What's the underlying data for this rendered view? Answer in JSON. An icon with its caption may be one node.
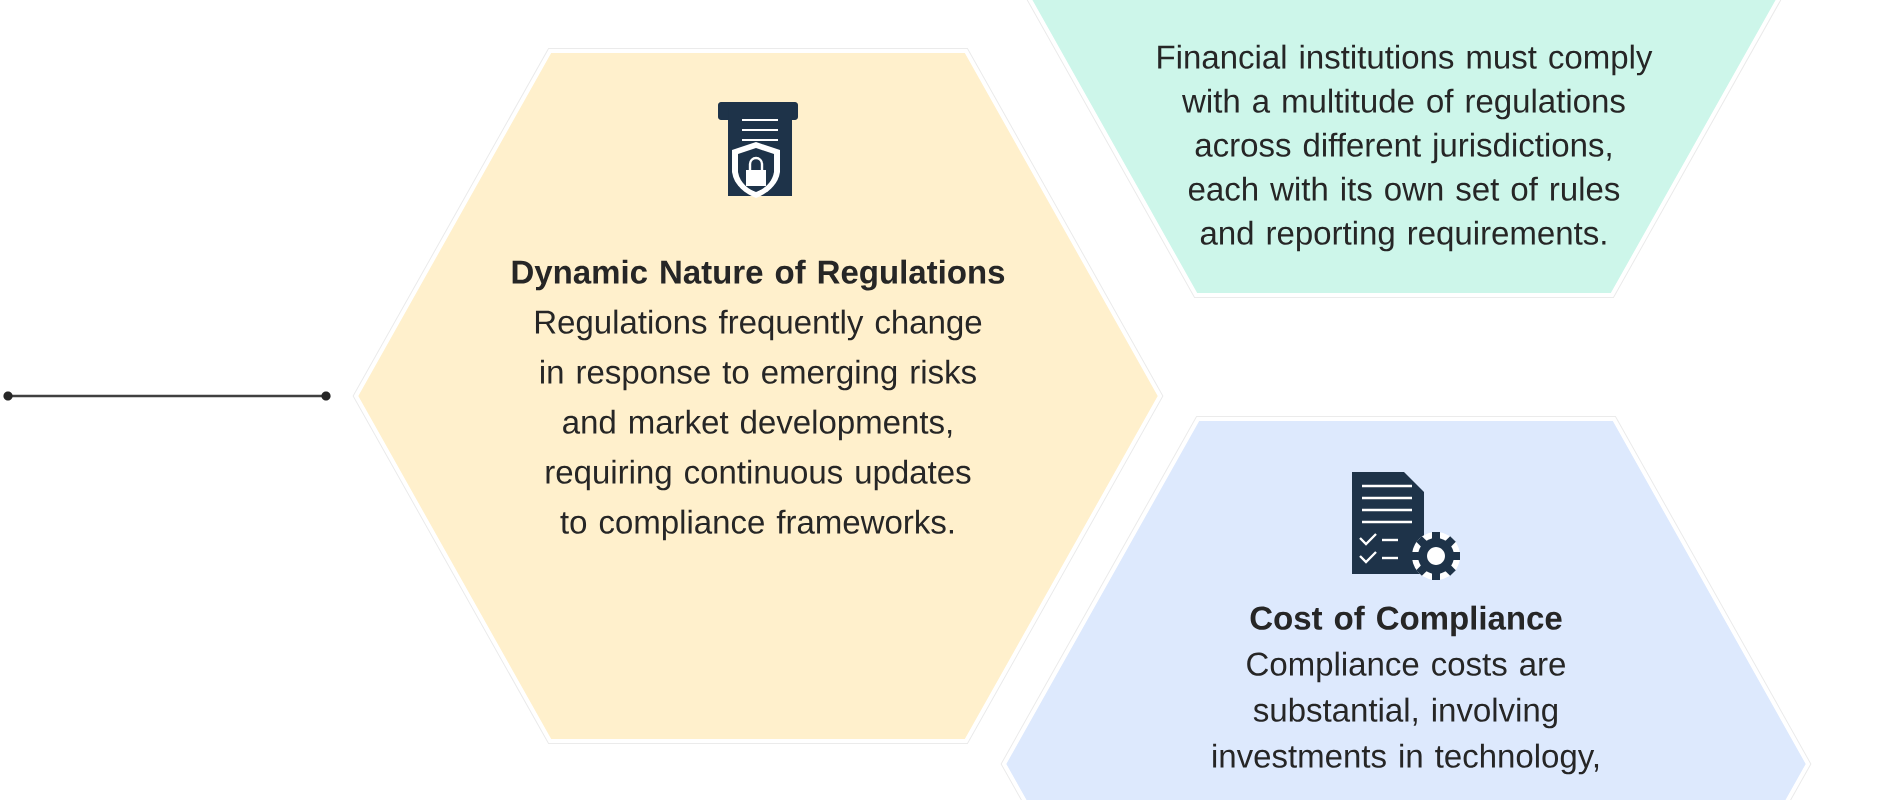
{
  "diagram": {
    "nodes": [
      {
        "text": [
          "Dynamic Nature of Regulations",
          "Regulations frequently change in response to emerging risks and market developments, requiring continuous updates to compliance frameworks."
        ]
      },
      {
        "text": [
          "Financial institutions must comply with a multitude of regulations across different jurisdictions, each with its own set of rules and reporting requirements."
        ]
      },
      {
        "text": [
          "Cost of Compliance",
          "Compliance costs are substantial, involving investments in technology,"
        ]
      }
    ]
  }
}
